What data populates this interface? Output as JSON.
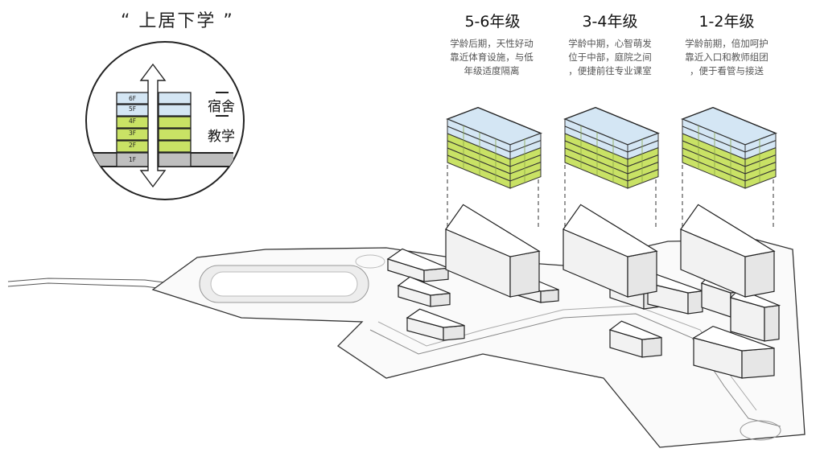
{
  "header": {
    "title": "“ 上居下学 ”"
  },
  "section_diagram": {
    "floors": [
      "6F",
      "5F",
      "4F",
      "3F",
      "2F",
      "1F"
    ],
    "label_dorm": "宿舍",
    "label_teach": "教学"
  },
  "grades": [
    {
      "title": "5-6年级",
      "desc": [
        "学龄后期，天性好动",
        "靠近体育设施，与低",
        "年级适度隔离"
      ]
    },
    {
      "title": "3-4年级",
      "desc": [
        "学龄中期，心智萌发",
        "位于中部，庭院之间",
        "，便捷前往专业课室"
      ]
    },
    {
      "title": "1-2年级",
      "desc": [
        "学龄前期，倍加呵护",
        "靠近入口和教师组团",
        "，便于看管与接送"
      ]
    }
  ],
  "colors": {
    "dorm": "#d4e6f4",
    "teach": "#c9e265",
    "ground": "#bfbfbf",
    "line": "#222222"
  }
}
